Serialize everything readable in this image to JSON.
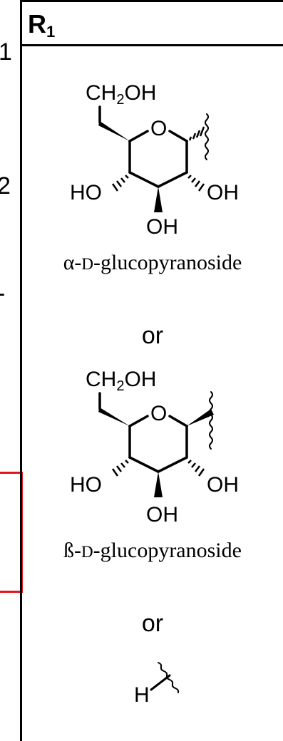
{
  "left_fragments": [
    "1",
    "2",
    "-"
  ],
  "header": {
    "label": "R",
    "subscript": "1"
  },
  "structures": [
    {
      "anomer": "alpha",
      "atoms": {
        "ch2oh": "CH",
        "ch2oh_sub": "2",
        "ch2oh_tail": "OH",
        "ring_o": "O",
        "ho_left": "HO",
        "oh_right": "OH",
        "oh_bottom": "OH"
      },
      "caption": {
        "prefix": "α-",
        "smallcaps": "D",
        "suffix": "-glucopyranoside"
      }
    },
    {
      "anomer": "beta",
      "atoms": {
        "ch2oh": "CH",
        "ch2oh_sub": "2",
        "ch2oh_tail": "OH",
        "ring_o": "O",
        "ho_left": "HO",
        "oh_right": "OH",
        "oh_bottom": "OH"
      },
      "caption": {
        "prefix": "ß-",
        "smallcaps": "D",
        "suffix": "-glucopyranoside"
      }
    }
  ],
  "separators": [
    "or",
    "or"
  ],
  "hydrogen": {
    "label": "H"
  },
  "colors": {
    "line": "#000000",
    "highlight": "#e3151b"
  }
}
